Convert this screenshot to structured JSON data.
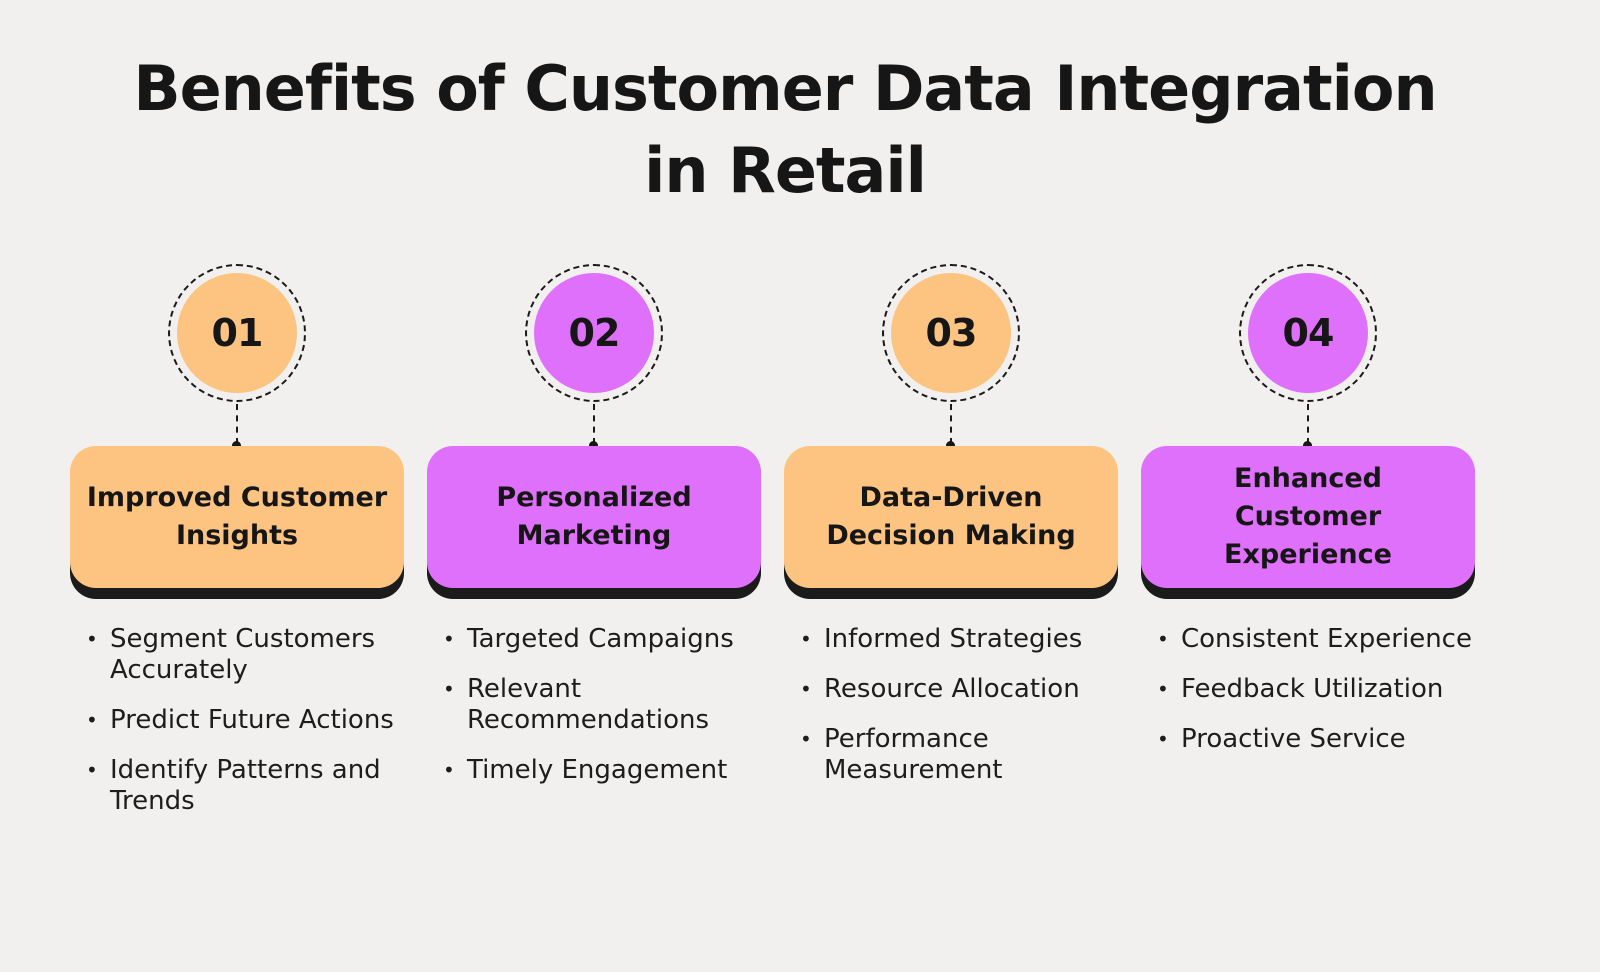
{
  "title": {
    "line1": "Benefits of Customer Data Integration",
    "line2": "in Retail"
  },
  "colors": {
    "background": "#f1f0ee",
    "orange": "#fdc381",
    "purple": "#df70fb",
    "dark": "#161616"
  },
  "steps": [
    {
      "number": "01",
      "heading": "Improved Customer Insights",
      "bullets": [
        "Segment Customers Accurately",
        "Predict Future Actions",
        "Identify Patterns and Trends"
      ]
    },
    {
      "number": "02",
      "heading": "Personalized Marketing",
      "bullets": [
        "Targeted Campaigns",
        "Relevant Recommendations",
        "Timely Engagement"
      ]
    },
    {
      "number": "03",
      "heading": "Data-Driven Decision Making",
      "bullets": [
        "Informed Strategies",
        "Resource Allocation",
        "Performance Measurement"
      ]
    },
    {
      "number": "04",
      "heading": "Enhanced Customer Experience",
      "bullets": [
        "Consistent Experience",
        "Feedback Utilization",
        "Proactive Service"
      ]
    }
  ]
}
